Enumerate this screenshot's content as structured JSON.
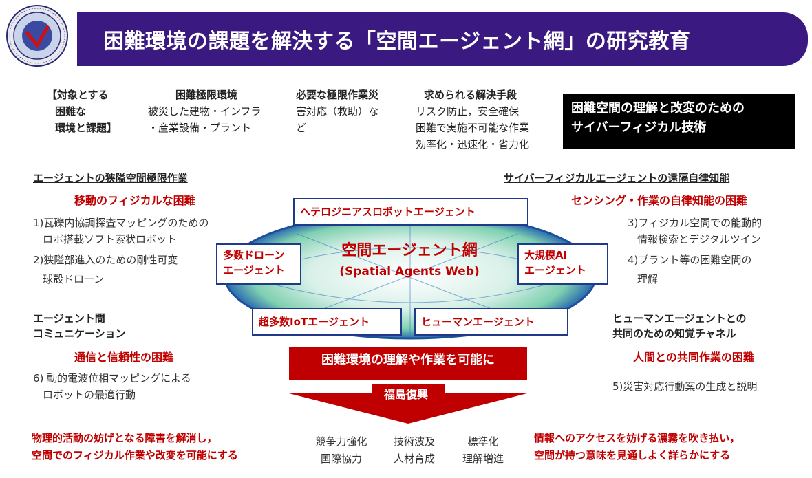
{
  "header": {
    "title": "困難環境の課題を解決する「空間エージェント網」の研究教育"
  },
  "targets": {
    "col1": [
      "【対象とする",
      "困難な",
      "環境と課題】"
    ],
    "col2_title": "困難極限環境",
    "col2_lines": [
      "被災した建物・インフラ",
      "・産業設備・プラント"
    ],
    "col3_title": "必要な極限作業災",
    "col3_lines": [
      "害対応（救助）な",
      "ど"
    ],
    "col4_title": "求められる解決手段",
    "col4_lines": [
      "リスク防止，安全確保",
      "困難で実施不可能な作業",
      "効率化・迅速化・省力化"
    ]
  },
  "black_box": [
    "困難空間の理解と改変のための",
    "サイバーフィジカル技術"
  ],
  "left_top": {
    "heading": "エージェントの狭隘空間極限作業",
    "red": "移動のフィジカルな困難",
    "items": [
      "1)瓦礫内協調探査マッピングのための",
      "ロボ搭載ソフト索状ロボット",
      "2)狭隘部進入のための剛性可変",
      "球殻ドローン"
    ]
  },
  "left_bottom": {
    "heading1": "エージェント間",
    "heading2": "コミュニケーション",
    "red": "通信と信頼性の困難",
    "items": [
      "6) 動的電波位相マッピングによる",
      "ロボットの最適行動"
    ]
  },
  "right_top": {
    "heading": "サイバーフィジカルエージェントの遠隔自律知能",
    "red": "センシング・作業の自律知能の困難",
    "items": [
      "3)フィジカル空間での能動的",
      "情報検索とデジタルツイン",
      "4)プラント等の困難空間の",
      "理解"
    ]
  },
  "right_bottom": {
    "heading1": "ヒューマンエージェントとの",
    "heading2": "共同のための知覚チャネル",
    "red": "人間との共同作業の困難",
    "items": [
      "5)災害対応行動案の生成と説明"
    ]
  },
  "center": {
    "box_top": "ヘテロジニアスロボットエージェント",
    "box_left": [
      "多数ドローン",
      "エージェント"
    ],
    "box_right": [
      "大規模AI",
      "エージェント"
    ],
    "box_bottom_left": "超多数IoTエージェント",
    "box_bottom_right": "ヒューマンエージェント",
    "title": "空間エージェント網",
    "subtitle": "(Spatial Agents Web)"
  },
  "redbar": "困難環境の理解や作業を可能に",
  "fukushima": "福島復興",
  "bottom": {
    "left": [
      "物理的活動の妨げとなる障害を解消し，",
      "空間でのフィジカル作業や改変を可能にする"
    ],
    "mid1": [
      "競争力強化",
      "国際協力"
    ],
    "mid2": [
      "技術波及",
      "人材育成"
    ],
    "mid3": [
      "標準化",
      "理解増進"
    ],
    "right": [
      "情報へのアクセスを妨げる濃霧を吹き払い，",
      "空間が持つ意味を見通しよく詳らかにする"
    ]
  }
}
